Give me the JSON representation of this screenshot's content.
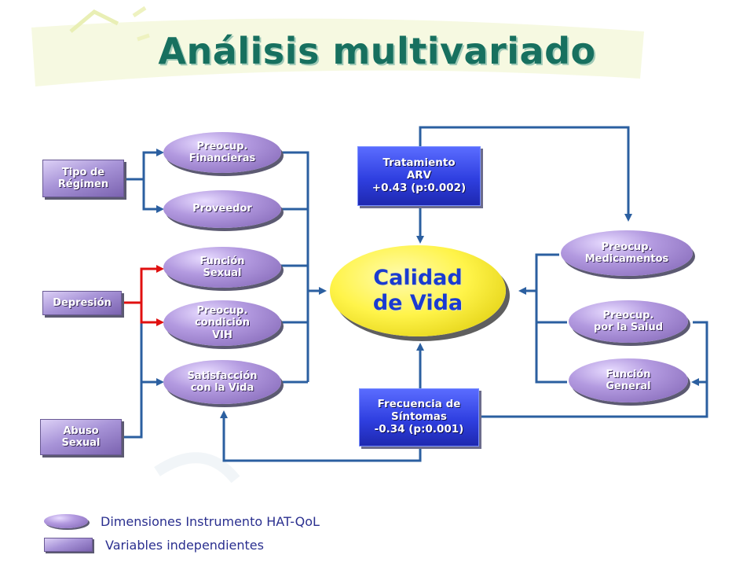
{
  "title": "Análisis multivariado",
  "nodes": {
    "tipo_regimen": "Tipo de\nRégimen",
    "depresion": "Depresión",
    "abuso_sexual": "Abuso\nSexual",
    "preocup_financieras": "Preocup.\nFinancieras",
    "proveedor": "Proveedor",
    "funcion_sexual": "Función\nSexual",
    "preocup_condicion_vih": "Preocup.\ncondición\nVIH",
    "satisfaccion_vida": "Satisfacción\ncon  la Vida",
    "calidad_vida": "Calidad\nde Vida",
    "tratamiento_arv": "Tratamiento\nARV\n+0.43 (p:0.002)",
    "frecuencia_sintomas": "Frecuencia de\nSíntomas\n-0.34 (p:0.001)",
    "preocup_medicamentos": "Preocup.\nMedicamentos",
    "preocup_salud": "Preocup.\npor la Salud",
    "funcion_general": "Función\nGeneral"
  },
  "legend": {
    "dimensiones": "Dimensiones Instrumento HAT-QoL",
    "variables": "Variables independientes"
  },
  "colors": {
    "arrow": "#2b5fa0",
    "red_arrow": "#e01010",
    "title": "#17705f",
    "center_text": "#1a3bd0"
  }
}
